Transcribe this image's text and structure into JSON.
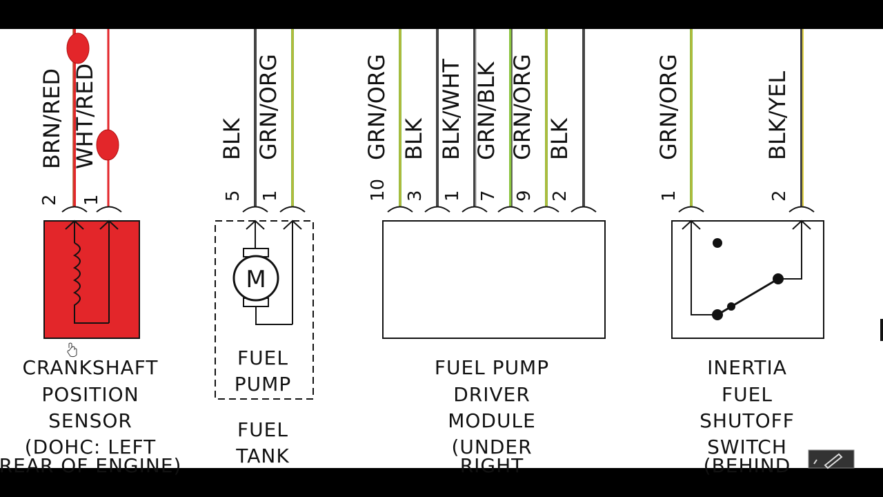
{
  "colors": {
    "background": "#ffffff",
    "letterbox": "#000000",
    "red_component": "#e3262a",
    "wire_red": "#e3262a",
    "wire_brown_red": "#c0392b",
    "wire_black": "#444444",
    "wire_green": "#8bc53f",
    "wire_orange": "#e8a23c",
    "wire_yellow": "#e0d040",
    "wire_gray": "#bfbfbf",
    "ink": "#111111"
  },
  "components": {
    "ckp": {
      "title_lines": [
        "CRANKSHAFT",
        "POSITION",
        "SENSOR",
        "(DOHC: LEFT",
        "REAR OF ENGINE)"
      ],
      "wires": [
        {
          "label": "BRN/RED",
          "pin": "2",
          "color": "red"
        },
        {
          "label": "WHT/RED",
          "pin": "1",
          "color": "red"
        }
      ]
    },
    "pump": {
      "inner_title_lines": [
        "FUEL",
        "PUMP"
      ],
      "motor_symbol": "M",
      "outer_title_lines": [
        "FUEL",
        "TANK"
      ],
      "wires": [
        {
          "label": "BLK",
          "pin": "5"
        },
        {
          "label": "GRN/ORG",
          "pin": "1"
        }
      ]
    },
    "fpdm": {
      "title_lines": [
        "FUEL PUMP",
        "DRIVER",
        "MODULE",
        "(UNDER",
        "RIGHT"
      ],
      "wires": [
        {
          "label": "GRN/ORG",
          "pin": "10"
        },
        {
          "label": "BLK",
          "pin": "3"
        },
        {
          "label": "BLK/WHT",
          "pin": "1"
        },
        {
          "label": "GRN/BLK",
          "pin": "7"
        },
        {
          "label": "GRN/ORG",
          "pin": "9"
        },
        {
          "label": "BLK",
          "pin": "2"
        }
      ]
    },
    "inertia": {
      "title_lines": [
        "INERTIA",
        "FUEL",
        "SHUTOFF",
        "SWITCH",
        "(BEHIND"
      ],
      "wires": [
        {
          "label": "GRN/ORG",
          "pin": "1"
        },
        {
          "label": "BLK/YEL",
          "pin": "2"
        }
      ]
    }
  },
  "icons": {
    "cursor": "hand-cursor-icon",
    "zoom_tool": "pen-tool-icon"
  }
}
